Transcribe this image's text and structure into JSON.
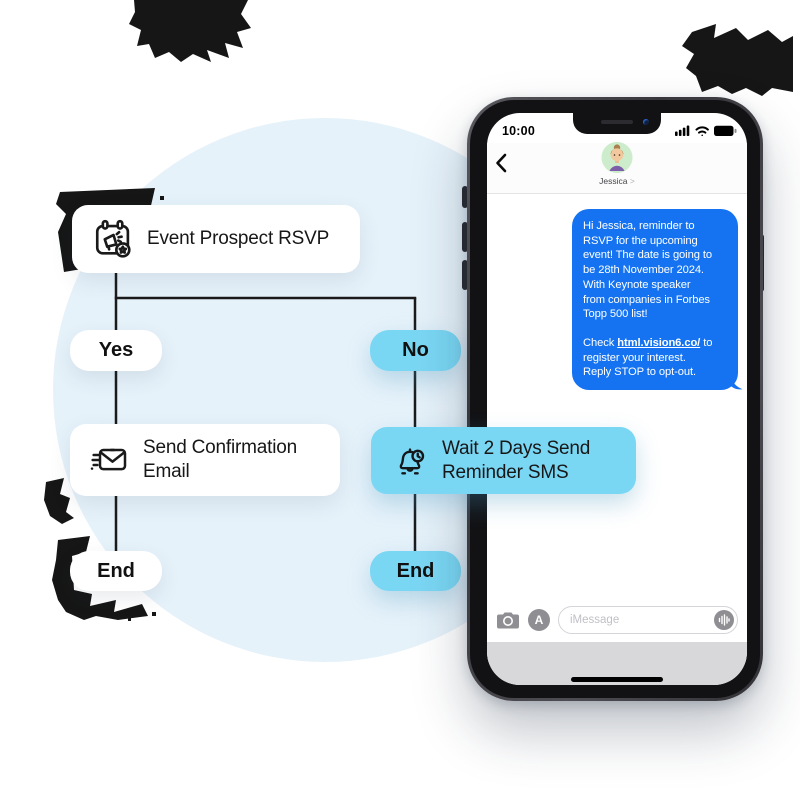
{
  "illustration": {
    "background_circle_color": "#E6F2FA",
    "scribble_color": "#161616",
    "node_blue": "#7AD7F4"
  },
  "flowchart": {
    "start": {
      "label": "Event Prospect RSVP",
      "icon": "calendar-event-megaphone-icon"
    },
    "branch_yes": {
      "label": "Yes"
    },
    "branch_no": {
      "label": "No"
    },
    "confirmation": {
      "line1": "Send Confirmation",
      "line2": "Email",
      "icon": "send-email-icon"
    },
    "wait": {
      "line1": "Wait 2 Days Send",
      "line2": "Reminder SMS",
      "icon": "bell-clock-icon"
    },
    "end_left": {
      "label": "End"
    },
    "end_right": {
      "label": "End"
    }
  },
  "phone": {
    "statusbar": {
      "time": "10:00"
    },
    "header": {
      "contact_name": "Jessica",
      "detail_chevron": ">"
    },
    "message": {
      "bubble_color": "#1573F2",
      "lines": [
        [
          {
            "t": "Hi Jessica, reminder to"
          }
        ],
        [
          {
            "t": "RSVP for the upcoming"
          }
        ],
        [
          {
            "t": "event! The date is going to"
          }
        ],
        [
          {
            "t": "be 28th November 2024."
          }
        ],
        [
          {
            "t": "With Keynote speaker"
          }
        ],
        [
          {
            "t": "from companies in Forbes"
          }
        ],
        [
          {
            "t": "Topp 500 list!"
          }
        ],
        [],
        [
          {
            "t": "Check "
          },
          {
            "t": "html.vision6.co/",
            "link": true
          },
          {
            "t": " to"
          }
        ],
        [
          {
            "t": "register your interest."
          }
        ],
        [
          {
            "t": "Reply STOP to opt-out."
          }
        ]
      ]
    },
    "composer": {
      "placeholder": "iMessage"
    }
  }
}
